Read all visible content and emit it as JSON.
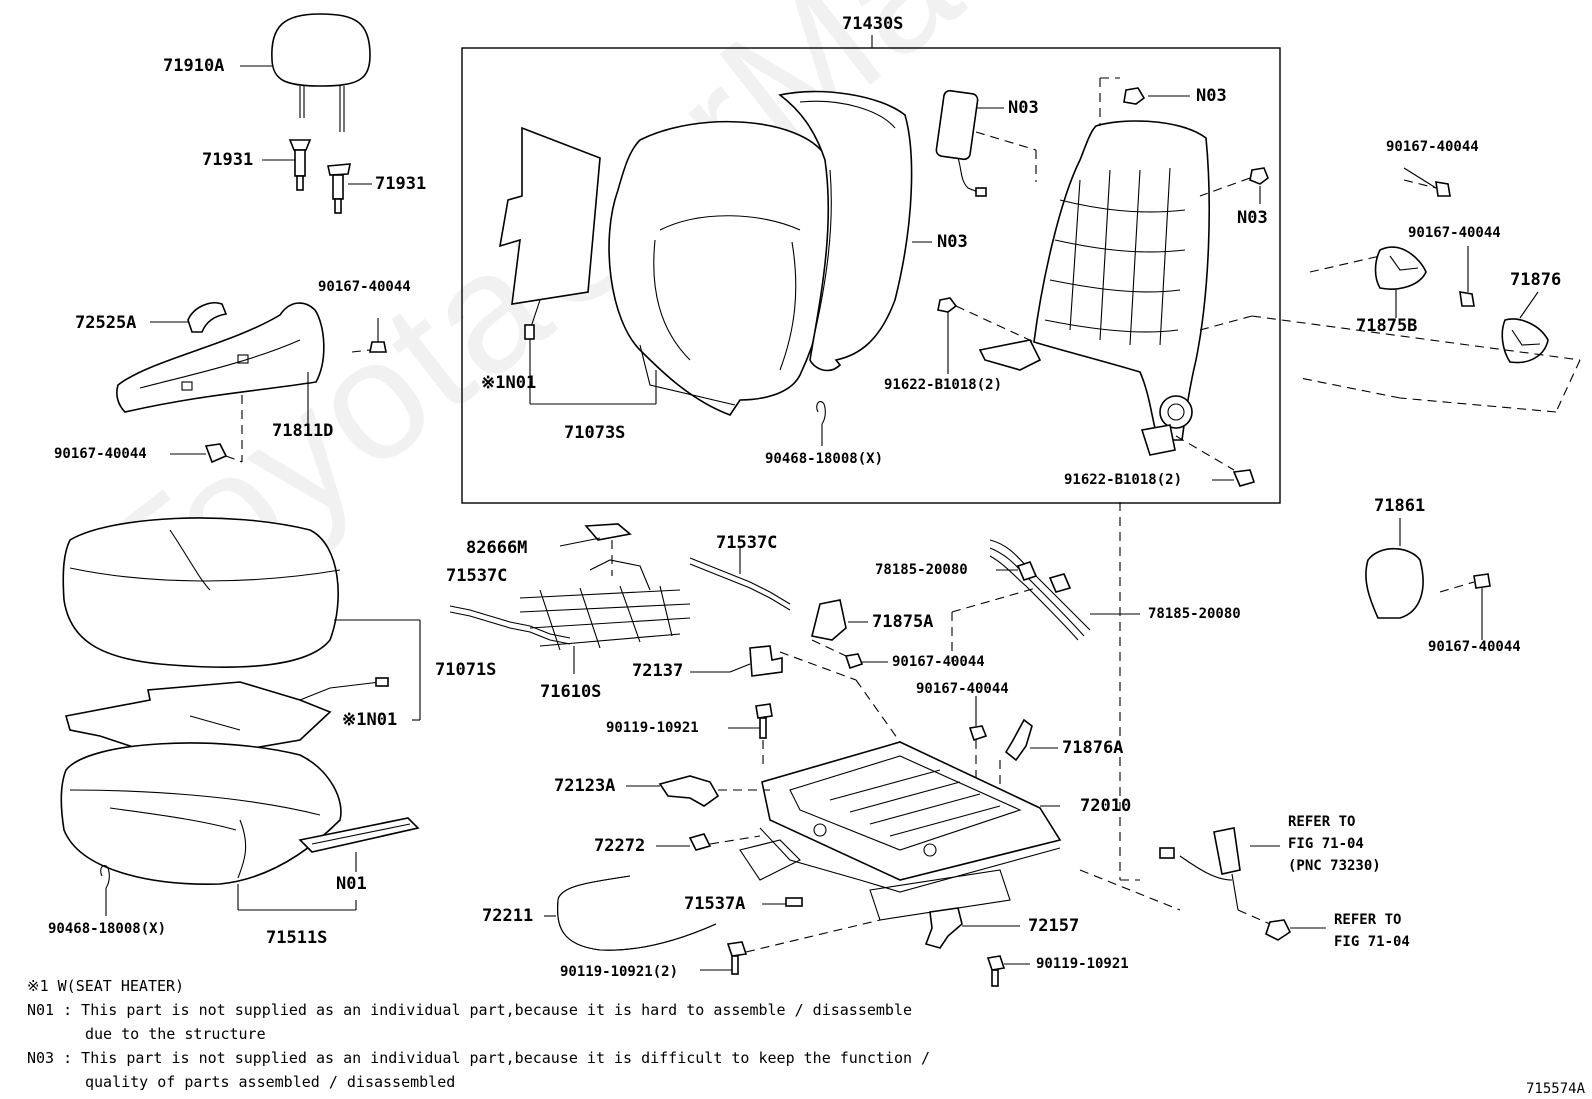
{
  "watermark": "ToyotaCarMaster.ru",
  "labels": {
    "l71430S": "71430S",
    "l71910A": "71910A",
    "l71931a": "71931",
    "l71931b": "71931",
    "l72525A": "72525A",
    "l90167_40044_a": "90167-40044",
    "l71811D": "71811D",
    "l90167_40044_b": "90167-40044",
    "l_n01_mark": "※1N01",
    "l71073S": "71073S",
    "lN03_a": "N03",
    "lN03_b": "N03",
    "lN03_c": "N03",
    "lN03_d": "N03",
    "l91622_a": "91622-B1018(2)",
    "l90468_a": "90468-18008(X)",
    "l91622_b": "91622-B1018(2)",
    "l90167_40044_c": "90167-40044",
    "l90167_40044_d": "90167-40044",
    "l71876": "71876",
    "l71875B": "71875B",
    "l71861": "71861",
    "l90167_40044_e": "90167-40044",
    "l71071S": "71071S",
    "l_n01_mark2": "※1N01",
    "l82666M": "82666M",
    "l71537C_a": "71537C",
    "l71537C_b": "71537C",
    "l71610S": "71610S",
    "l72137": "72137",
    "l78185_a": "78185-20080",
    "l78185_b": "78185-20080",
    "l71875A": "71875A",
    "l90167_40044_f": "90167-40044",
    "l90167_40044_g": "90167-40044",
    "l71876A": "71876A",
    "l90119_a": "90119-10921",
    "l72123A": "72123A",
    "l72010": "72010",
    "l72272": "72272",
    "lN01": "N01",
    "l71511S": "71511S",
    "l90468_b": "90468-18008(X)",
    "l72211": "72211",
    "l71537A": "71537A",
    "l72157": "72157",
    "l90119_b": "90119-10921(2)",
    "l90119_c": "90119-10921",
    "refer1_a": "REFER TO",
    "refer1_b": "FIG 71-04",
    "refer1_c": "(PNC 73230)",
    "refer2_a": "REFER TO",
    "refer2_b": "FIG 71-04"
  },
  "notes": {
    "n1": "※1 W(SEAT HEATER)",
    "n2a": "N01 : This part is not supplied as an individual part,because  it is hard to assemble / disassemble",
    "n2b": "due to the structure",
    "n3a": "N03 : This part is not supplied as an individual part,because it is difficult to keep the function /",
    "n3b": "quality of parts assembled / disassembled"
  },
  "figure_id": "715574A"
}
